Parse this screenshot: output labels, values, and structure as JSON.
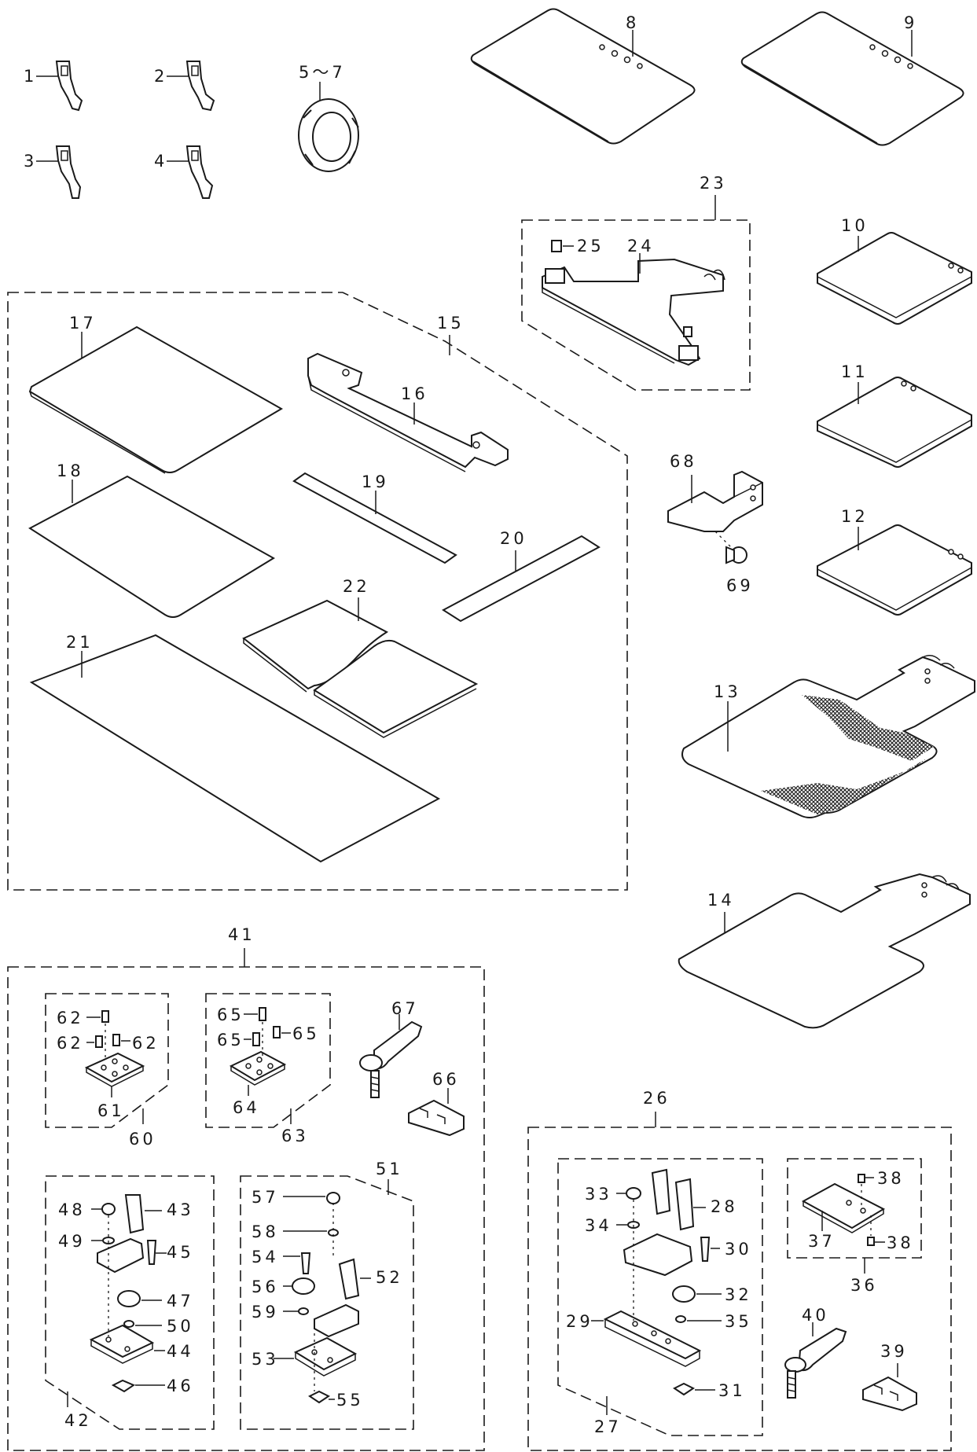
{
  "labels": {
    "l1": "1",
    "l2": "2",
    "l3": "3",
    "l4": "4",
    "l5_7": "5～7",
    "l8": "8",
    "l9": "9",
    "l10": "10",
    "l11": "11",
    "l12": "12",
    "l13": "13",
    "l14": "14",
    "l15": "15",
    "l16": "16",
    "l17": "17",
    "l18": "18",
    "l19": "19",
    "l20": "20",
    "l21": "21",
    "l22": "22",
    "l23": "23",
    "l24": "24",
    "l25": "25",
    "l26": "26",
    "l27": "27",
    "l28": "28",
    "l29": "29",
    "l30": "30",
    "l31": "31",
    "l32": "32",
    "l33": "33",
    "l34": "34",
    "l35": "35",
    "l36": "36",
    "l37": "37",
    "l38a": "38",
    "l38b": "38",
    "l39": "39",
    "l40": "40",
    "l41": "41",
    "l42": "42",
    "l43": "43",
    "l44": "44",
    "l45": "45",
    "l46": "46",
    "l47": "47",
    "l48": "48",
    "l49": "49",
    "l50": "50",
    "l51": "51",
    "l52": "52",
    "l53": "53",
    "l54": "54",
    "l55": "55",
    "l56": "56",
    "l57": "57",
    "l58": "58",
    "l59": "59",
    "l60": "60",
    "l61": "61",
    "l62a": "62",
    "l62b": "62",
    "l62c": "62",
    "l63": "63",
    "l64": "64",
    "l65a": "65",
    "l65b": "65",
    "l65c": "65",
    "l66": "66",
    "l67": "67",
    "l68": "68",
    "l69": "69"
  },
  "colors": {
    "ink": "#1a1a1a",
    "paper": "#ffffff"
  }
}
